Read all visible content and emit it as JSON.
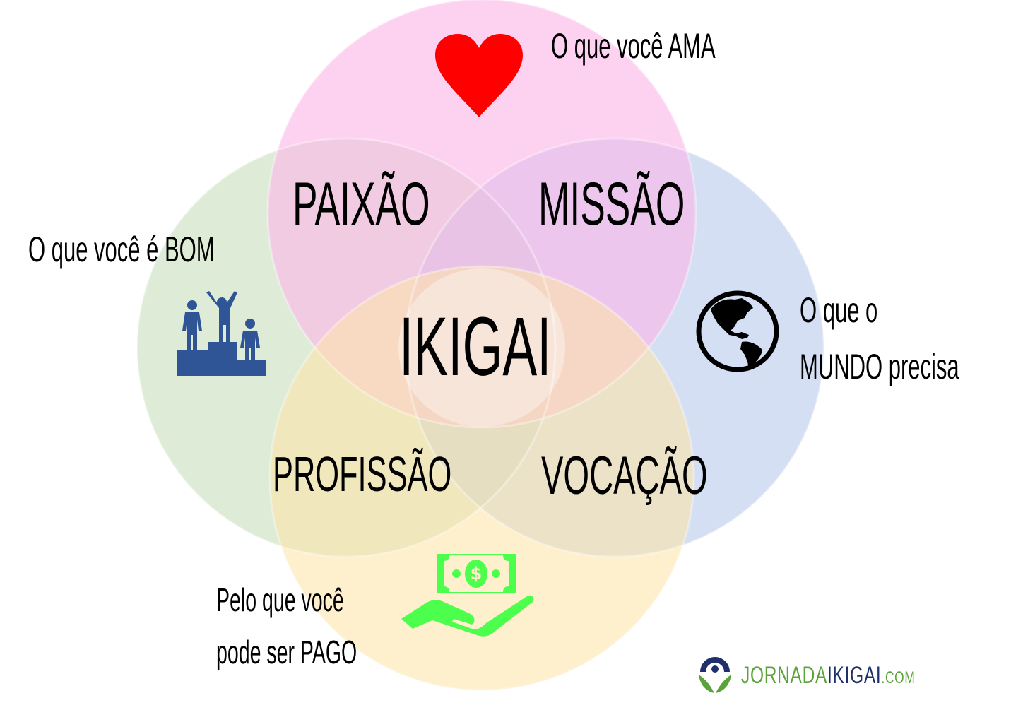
{
  "diagram": {
    "title": "IKIGAI",
    "center_label": "IKIGAI",
    "circles": [
      {
        "id": "love",
        "label": "O que você AMA",
        "color": "#fbcdf0",
        "icon": "heart-icon"
      },
      {
        "id": "good",
        "label": "O que você é BOM",
        "color": "#dcebd6",
        "icon": "podium-icon"
      },
      {
        "id": "world",
        "label_line1": "O que o",
        "label_line2": "MUNDO precisa",
        "color": "#d2dcf0",
        "icon": "globe-icon"
      },
      {
        "id": "paid",
        "label_line1": "Pelo que você",
        "label_line2": "pode ser PAGO",
        "color": "#fdecc6",
        "icon": "money-hand-icon"
      }
    ],
    "intersections": {
      "paixao": "PAIXÃO",
      "missao": "MISSÃO",
      "profissao": "PROFISSÃO",
      "vocacao": "VOCAÇÃO"
    },
    "colors": {
      "heart": "#ff0000",
      "podium": "#2f5597",
      "globe": "#000000",
      "money": "#4cff4c"
    }
  },
  "logo": {
    "part1": "JORNADA",
    "part2": "IKIGAI",
    "part3": ".COM",
    "green": "#5aa339",
    "navy": "#1f2f6b"
  }
}
